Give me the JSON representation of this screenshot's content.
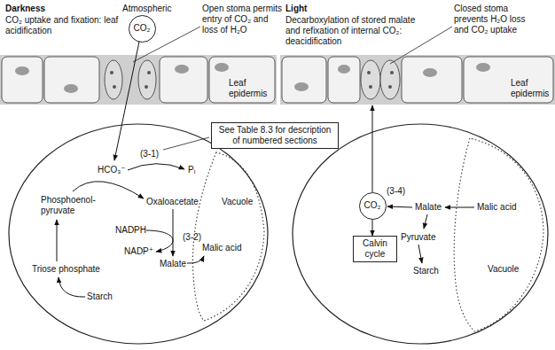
{
  "diagram": {
    "nodes": [
      {
        "text": [
          "CO₂"
        ]
      },
      {
        "text": [
          "See Table 8.3 for description of numbered sections"
        ]
      },
      {
        "text": [
          "Malic acid",
          "Vacuole"
        ]
      },
      {
        "text": [
          "CO₂"
        ]
      },
      {
        "text": [
          "Calvin cycle"
        ]
      },
      {
        "text": [
          "Malic acid",
          "Vacuole"
        ]
      }
    ],
    "edges": [
      {
        "from": 3,
        "to": 4,
        "arrow": "to"
      }
    ],
    "labels": [
      "Darkness",
      "CO₂ uptake and fixation: leaf acidification",
      "Atmospheric",
      "Open stoma permits entry of CO₂ and loss of H₂O",
      "Leaf epidermis",
      "HCO₃⁻",
      "(3-1)",
      "Pᵢ",
      "Phosphoenol- pyruvate",
      "Oxaloacetate",
      "NADPH",
      "(3-2)",
      "NADP⁺",
      "Malate",
      "Triose phosphate",
      "Starch",
      "Light",
      "Decarboxylation of stored malate and refixation of internal CO₂: deacidification",
      "Closed stoma prevents H₂O loss and CO₂ uptake",
      "Leaf epidermis",
      "(3-4)",
      "Malate",
      "Pyruvate",
      "Starch"
    ]
  }
}
